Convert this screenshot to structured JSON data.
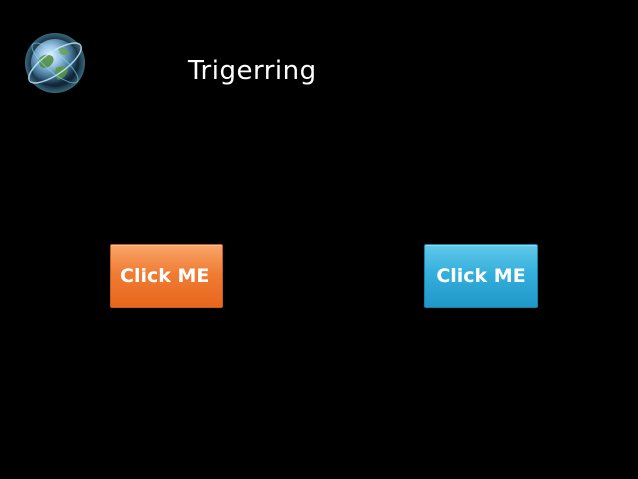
{
  "slide": {
    "title": "Trigerring",
    "buttons": [
      {
        "label": "Click ME",
        "color": "#f07d35"
      },
      {
        "label": "Click ME",
        "color": "#35afdc"
      }
    ]
  },
  "icons": {
    "logo": "globe-icon"
  }
}
